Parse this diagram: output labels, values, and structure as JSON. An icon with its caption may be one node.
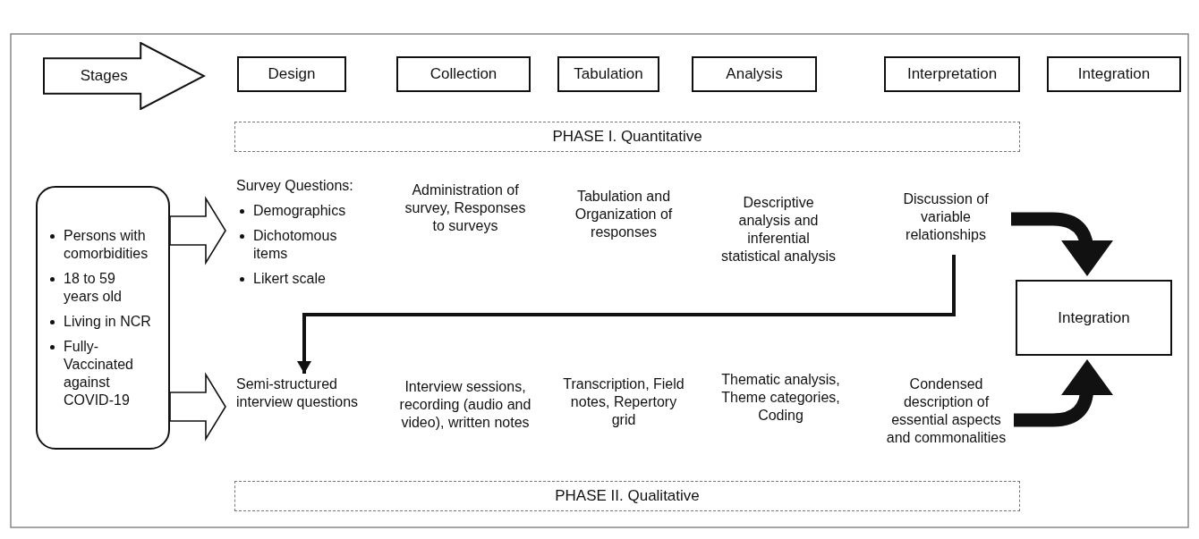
{
  "diagram": {
    "nodes": [
      {
        "text": [
          "Stages"
        ]
      },
      {
        "text": [
          "Design"
        ]
      },
      {
        "text": [
          "Collection"
        ]
      },
      {
        "text": [
          "Tabulation"
        ]
      },
      {
        "text": [
          "Analysis"
        ]
      },
      {
        "text": [
          "Interpretation"
        ]
      },
      {
        "text": [
          "Integration"
        ]
      },
      {
        "text": [
          "PHASE I. Quantitative"
        ]
      },
      {
        "text": [
          "Persons with comorbidities",
          "18 to 59 years old",
          "Living in NCR",
          "Fully-Vaccinated against COVID-19"
        ]
      },
      {
        "text": [
          "Survey Questions:",
          "Demographics",
          "Dichotomous items",
          "Likert scale"
        ]
      },
      {
        "text": [
          "Administration of survey, Responses to surveys"
        ]
      },
      {
        "text": [
          "Tabulation and Organization of responses"
        ]
      },
      {
        "text": [
          "Descriptive analysis and inferential statistical analysis"
        ]
      },
      {
        "text": [
          "Discussion of variable relationships"
        ]
      },
      {
        "text": [
          "Integration"
        ]
      },
      {
        "text": [
          "Semi-structured interview questions"
        ]
      },
      {
        "text": [
          "Interview sessions, recording (audio and video), written notes"
        ]
      },
      {
        "text": [
          "Transcription, Field notes, Repertory grid"
        ]
      },
      {
        "text": [
          "Thematic analysis, Theme categories, Coding"
        ]
      },
      {
        "text": [
          "Condensed description of essential aspects and commonalities"
        ]
      },
      {
        "text": [
          "PHASE II. Qualitative"
        ]
      }
    ],
    "edges": [
      {
        "from": 8,
        "to": 9,
        "arrow": "to"
      },
      {
        "from": 8,
        "to": 15,
        "arrow": "to"
      },
      {
        "from": 13,
        "to": 15,
        "arrow": "to"
      },
      {
        "from": 13,
        "to": 14,
        "arrow": "to"
      },
      {
        "from": 19,
        "to": 14,
        "arrow": "to"
      }
    ]
  }
}
